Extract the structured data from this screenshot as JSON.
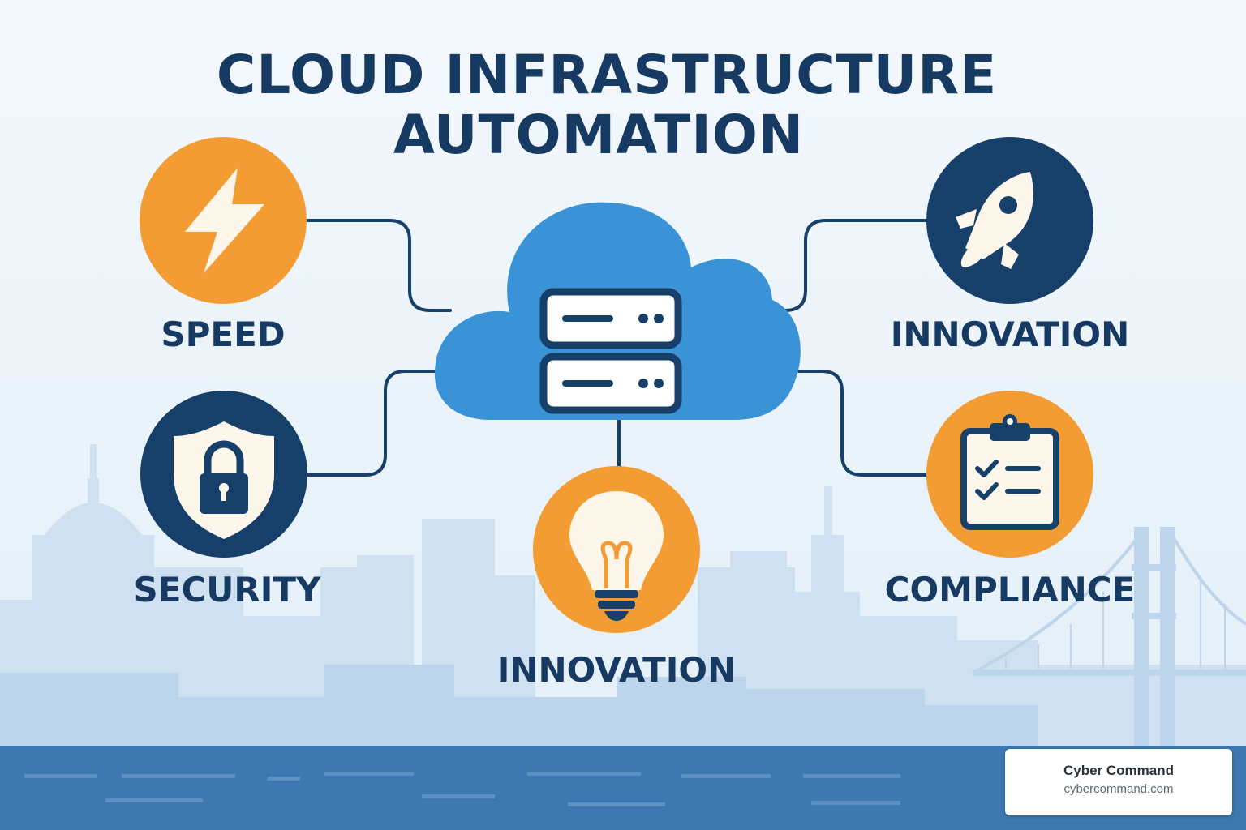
{
  "title": {
    "line1": "CLOUD INFRASTRUCTURE",
    "line2": "AUTOMATION"
  },
  "hub": {
    "icon": "cloud-server-icon"
  },
  "nodes": [
    {
      "label": "SPEED",
      "icon": "lightning-bolt-icon",
      "color": "#f39c34"
    },
    {
      "label": "SECURITY",
      "icon": "shield-lock-icon",
      "color": "#16406a"
    },
    {
      "label": "INNOVATION",
      "icon": "lightbulb-icon",
      "color": "#f39c34"
    },
    {
      "label": "INNOVATION",
      "icon": "rocket-icon",
      "color": "#16406a"
    },
    {
      "label": "COMPLIANCE",
      "icon": "clipboard-checklist-icon",
      "color": "#f39c34"
    }
  ],
  "brand": {
    "name": "Cyber Command",
    "url": "cybercommand.com"
  },
  "colors": {
    "navy": "#16406a",
    "orange": "#f39c34",
    "cloud_blue": "#3a93d6",
    "background": "#eef5fb",
    "skyline": "#c8ddee",
    "water": "#3d79b0"
  }
}
